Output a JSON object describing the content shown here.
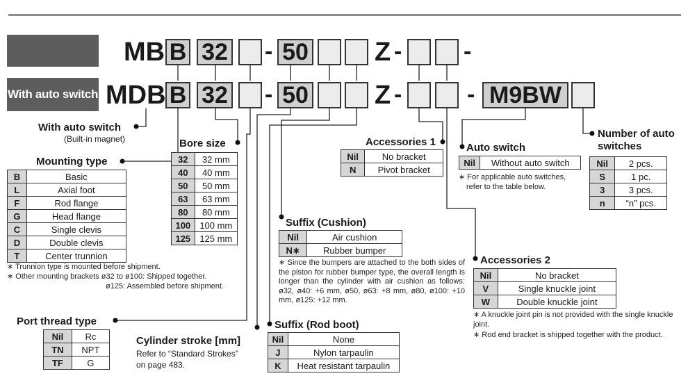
{
  "badge": {
    "label": "With auto switch"
  },
  "row1": {
    "prefix": "MB",
    "type": "B",
    "bore": "32",
    "dash1": "-",
    "stroke": "50",
    "z": "Z",
    "dash2": "-",
    "dash3": "-"
  },
  "row2": {
    "prefix": "MDB",
    "type": "B",
    "bore": "32",
    "dash1": "-",
    "stroke": "50",
    "z": "Z",
    "dash2": "-",
    "dash3": "-",
    "switch": "M9BW"
  },
  "with_auto_switch": {
    "title": "With auto switch",
    "subtitle": "(Built-in magnet)"
  },
  "mounting": {
    "title": "Mounting type",
    "rows": [
      {
        "k": "B",
        "v": "Basic"
      },
      {
        "k": "L",
        "v": "Axial foot"
      },
      {
        "k": "F",
        "v": "Rod flange"
      },
      {
        "k": "G",
        "v": "Head flange"
      },
      {
        "k": "C",
        "v": "Single clevis"
      },
      {
        "k": "D",
        "v": "Double clevis"
      },
      {
        "k": "T",
        "v": "Center trunnion"
      }
    ],
    "note1": "∗ Trunnion type is mounted before shipment.",
    "note2": "∗ Other mounting brackets ø32 to ø100: Shipped together.",
    "note3": "ø125: Assembled before shipment."
  },
  "bore": {
    "title": "Bore size",
    "rows": [
      {
        "k": "32",
        "v": "32 mm"
      },
      {
        "k": "40",
        "v": "40 mm"
      },
      {
        "k": "50",
        "v": "50 mm"
      },
      {
        "k": "63",
        "v": "63 mm"
      },
      {
        "k": "80",
        "v": "80 mm"
      },
      {
        "k": "100",
        "v": "100 mm"
      },
      {
        "k": "125",
        "v": "125 mm"
      }
    ]
  },
  "port": {
    "title": "Port thread type",
    "rows": [
      {
        "k": "Nil",
        "v": "Rc"
      },
      {
        "k": "TN",
        "v": "NPT"
      },
      {
        "k": "TF",
        "v": "G"
      }
    ]
  },
  "stroke": {
    "title": "Cylinder stroke [mm]",
    "note1": "Refer to “Standard Strokes”",
    "note2": "on page 483."
  },
  "cushion": {
    "title": "Suffix (Cushion)",
    "rows": [
      {
        "k": "Nil",
        "v": "Air cushion"
      },
      {
        "k": "N∗",
        "v": "Rubber bumper"
      }
    ],
    "note": "∗ Since the bumpers are attached to the both sides of the piston for rubber bumper type, the overall length is longer than the cylinder with air cushion as follows: ø32, ø40: +6 mm, ø50, ø63: +8 mm, ø80, ø100: +10 mm, ø125: +12 mm."
  },
  "boot": {
    "title": "Suffix (Rod boot)",
    "rows": [
      {
        "k": "Nil",
        "v": "None"
      },
      {
        "k": "J",
        "v": "Nylon tarpaulin"
      },
      {
        "k": "K",
        "v": "Heat resistant tarpaulin"
      }
    ]
  },
  "acc1": {
    "title": "Accessories 1",
    "rows": [
      {
        "k": "Nil",
        "v": "No bracket"
      },
      {
        "k": "N",
        "v": "Pivot bracket"
      }
    ]
  },
  "autosw": {
    "title": "Auto switch",
    "rows": [
      {
        "k": "Nil",
        "v": "Without auto switch"
      }
    ],
    "note1": "∗ For applicable auto switches,",
    "note2": "refer to the table below."
  },
  "number": {
    "title1": "Number of auto",
    "title2": "switches",
    "rows": [
      {
        "k": "Nil",
        "v": "2 pcs."
      },
      {
        "k": "S",
        "v": "1 pc."
      },
      {
        "k": "3",
        "v": "3 pcs."
      },
      {
        "k": "n",
        "v": "“n” pcs."
      }
    ]
  },
  "acc2": {
    "title": "Accessories 2",
    "rows": [
      {
        "k": "Nil",
        "v": "No bracket"
      },
      {
        "k": "V",
        "v": "Single knuckle joint"
      },
      {
        "k": "W",
        "v": "Double knuckle joint"
      }
    ],
    "note1": "∗ A knuckle joint pin is not provided with the single knuckle joint.",
    "note2": "∗ Rod end bracket is shipped together with the product."
  }
}
